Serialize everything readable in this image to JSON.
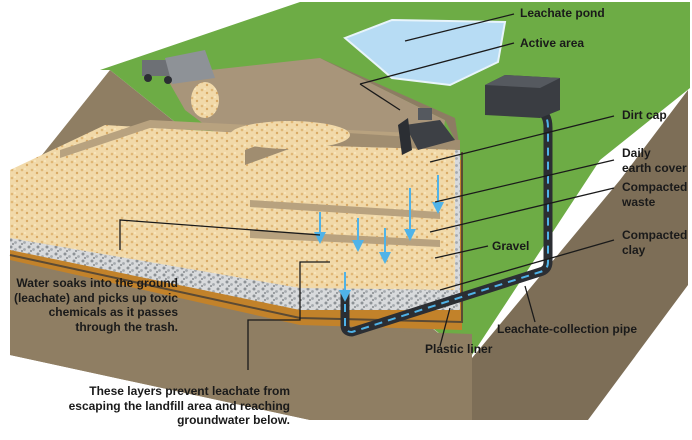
{
  "labels": {
    "leachate_pond": "Leachate pond",
    "active_area": "Active area",
    "dirt_cap": "Dirt cap",
    "daily_earth_cover": "Daily\nearth cover",
    "compacted_waste": "Compacted\nwaste",
    "gravel": "Gravel",
    "compacted_clay": "Compacted\nclay",
    "leachate_collection_pipe": "Leachate-collection pipe",
    "plastic_liner": "Plastic liner"
  },
  "notes": {
    "leachate_note": "Water soaks into the ground\n(leachate) and picks up toxic\nchemicals as it passes\nthrough the trash.",
    "layers_note": "These layers prevent leachate from\nescaping the landfill area and reaching\ngroundwater below."
  },
  "colors": {
    "grass": "#6dac45",
    "soil_top": "#9c8b72",
    "soil_side": "#8a7a60",
    "waste": "#f2dcae",
    "daily_cover": "#b8a27f",
    "gravel": "#d4d6d8",
    "clay": "#c2822a",
    "pipe": "#2b2e33",
    "water": "#4fb3e8",
    "pond": "#b7dcf4"
  }
}
